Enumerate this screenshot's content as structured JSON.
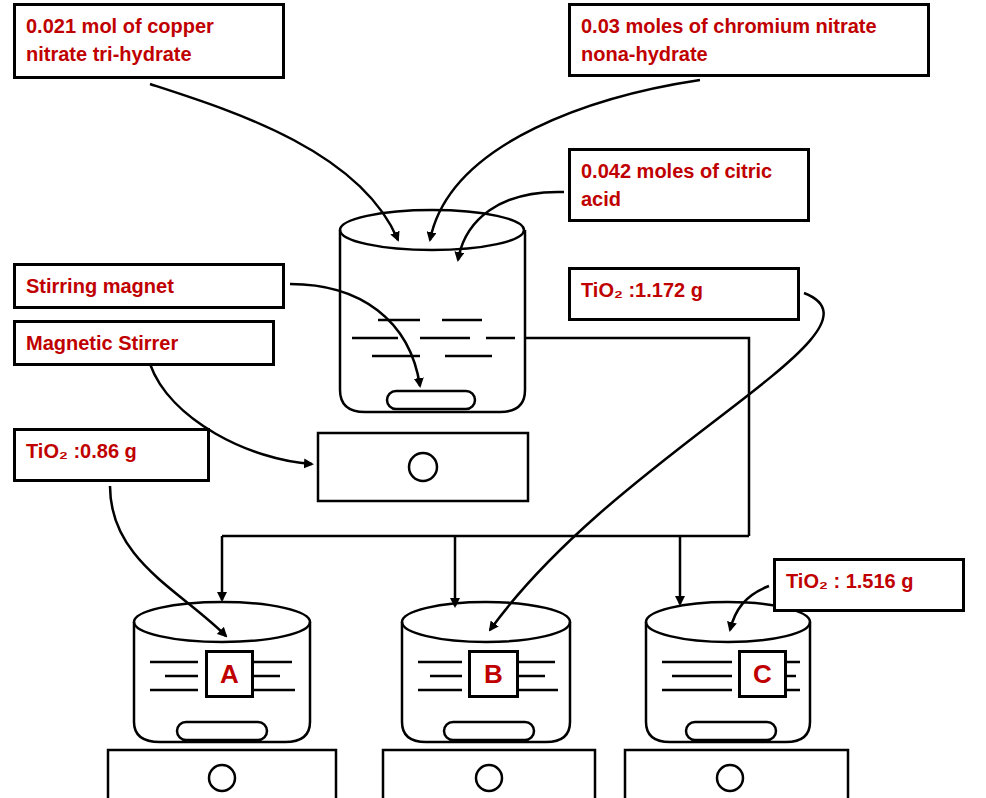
{
  "diagram": {
    "nodes": [
      {
        "text": [
          "0.021 mol of copper nitrate tri-hydrate"
        ]
      },
      {
        "text": [
          "0.03 moles of chromium nitrate nona-hydrate"
        ]
      },
      {
        "text": [
          "0.042 moles of citric acid"
        ]
      },
      {
        "text": [
          "Stirring magnet"
        ]
      },
      {
        "text": [
          "TiO₂ :1.172 g"
        ]
      },
      {
        "text": [
          "Magnetic Stirrer"
        ]
      },
      {
        "text": [
          "TiO₂ :0.86 g"
        ]
      },
      {
        "text": [
          "TiO₂ : 1.516 g"
        ]
      },
      {
        "text": [
          "A"
        ]
      },
      {
        "text": [
          "B"
        ]
      },
      {
        "text": [
          "C"
        ]
      }
    ]
  }
}
